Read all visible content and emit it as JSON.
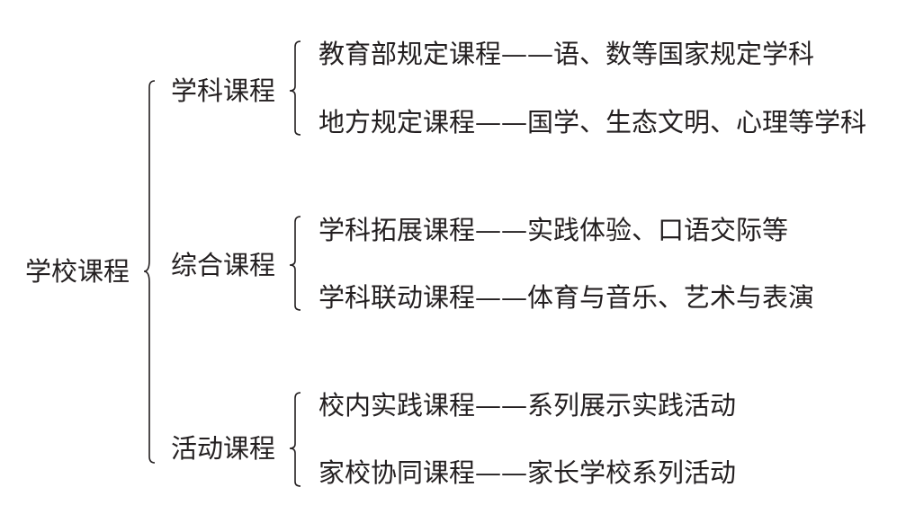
{
  "root": "学校课程",
  "groups": [
    {
      "label": "学科课程",
      "items": [
        "教育部规定课程——语、数等国家规定学科",
        "地方规定课程——国学、生态文明、心理等学科"
      ]
    },
    {
      "label": "综合课程",
      "items": [
        "学科拓展课程——实践体验、口语交际等",
        "学科联动课程——体育与音乐、艺术与表演"
      ]
    },
    {
      "label": "活动课程",
      "items": [
        "校内实践课程——系列展示实践活动",
        "家校协同课程——家长学校系列活动"
      ]
    }
  ]
}
